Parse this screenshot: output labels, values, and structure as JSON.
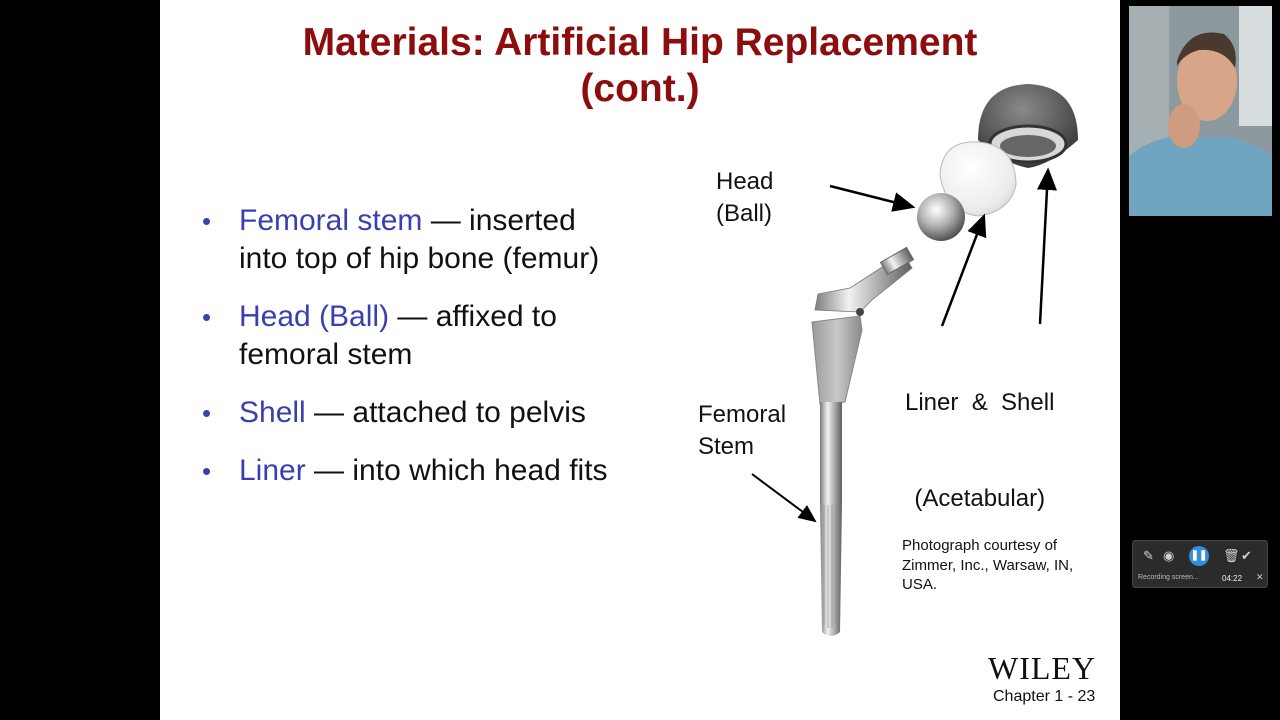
{
  "slide": {
    "title_line1": "Materials: Artificial Hip Replacement",
    "title_line2": "(cont.)",
    "bullets": [
      {
        "term": "Femoral stem",
        "rest_line1": " — inserted",
        "rest_line2": "into top of hip bone (femur)"
      },
      {
        "term": "Head (Ball)",
        "rest_line1": " — affixed to",
        "rest_line2": "femoral stem"
      },
      {
        "term": "Shell",
        "rest_line1": " — attached to pelvis"
      },
      {
        "term": "Liner",
        "rest_line1": " — into which head fits"
      }
    ],
    "labels": {
      "head_line1": "Head",
      "head_line2": "(Ball)",
      "liner_shell_line1": "Liner  &  Shell",
      "liner_shell_line2": "(Acetabular)",
      "stem_line1": "Femoral",
      "stem_line2": "Stem"
    },
    "credit_line1": "Photograph courtesy of",
    "credit_line2": "Zimmer, Inc., Warsaw, IN,",
    "credit_line3": "USA.",
    "publisher": "WILEY",
    "chapter": "Chapter 1 -  23",
    "colors": {
      "title": "#8b0d0d",
      "term": "#3a3fb0"
    }
  },
  "recorder": {
    "status": "Recording screen...",
    "time": "04:22",
    "icons": [
      "pen-icon",
      "webcam-icon",
      "pause-icon",
      "trash-icon",
      "check-icon",
      "close-icon"
    ]
  }
}
